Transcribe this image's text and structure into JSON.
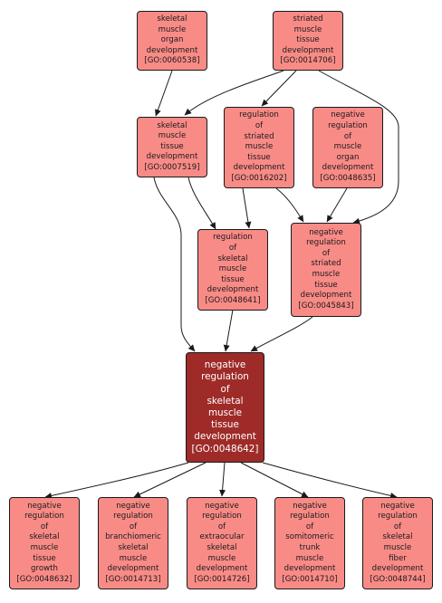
{
  "nodes": {
    "n0060538": {
      "lines": [
        "skeletal",
        "muscle",
        "organ",
        "development"
      ],
      "id": "[GO:0060538]"
    },
    "n0014706": {
      "lines": [
        "striated",
        "muscle",
        "tissue",
        "development"
      ],
      "id": "[GO:0014706]"
    },
    "n0007519": {
      "lines": [
        "skeletal",
        "muscle",
        "tissue",
        "development"
      ],
      "id": "[GO:0007519]"
    },
    "n0016202": {
      "lines": [
        "regulation",
        "of",
        "striated",
        "muscle",
        "tissue",
        "development"
      ],
      "id": "[GO:0016202]"
    },
    "n0048635": {
      "lines": [
        "negative",
        "regulation",
        "of",
        "muscle",
        "organ",
        "development"
      ],
      "id": "[GO:0048635]"
    },
    "n0048641": {
      "lines": [
        "regulation",
        "of",
        "skeletal",
        "muscle",
        "tissue",
        "development"
      ],
      "id": "[GO:0048641]"
    },
    "n0045843": {
      "lines": [
        "negative",
        "regulation",
        "of",
        "striated",
        "muscle",
        "tissue",
        "development"
      ],
      "id": "[GO:0045843]"
    },
    "n0048642": {
      "lines": [
        "negative",
        "regulation",
        "of",
        "skeletal",
        "muscle",
        "tissue",
        "development"
      ],
      "id": "[GO:0048642]"
    },
    "n0048632": {
      "lines": [
        "negative",
        "regulation",
        "of",
        "skeletal",
        "muscle",
        "tissue",
        "growth"
      ],
      "id": "[GO:0048632]"
    },
    "n0014713": {
      "lines": [
        "negative",
        "regulation",
        "of",
        "branchiomeric",
        "skeletal",
        "muscle",
        "development"
      ],
      "id": "[GO:0014713]"
    },
    "n0014726": {
      "lines": [
        "negative",
        "regulation",
        "of",
        "extraocular",
        "skeletal",
        "muscle",
        "development"
      ],
      "id": "[GO:0014726]"
    },
    "n0014710": {
      "lines": [
        "negative",
        "regulation",
        "of",
        "somitomeric",
        "trunk",
        "muscle",
        "development"
      ],
      "id": "[GO:0014710]"
    },
    "n0048744": {
      "lines": [
        "negative",
        "regulation",
        "of",
        "skeletal",
        "muscle",
        "fiber",
        "development"
      ],
      "id": "[GO:0048744]"
    }
  },
  "edges": [
    [
      "n0060538",
      "n0007519"
    ],
    [
      "n0014706",
      "n0007519"
    ],
    [
      "n0014706",
      "n0016202"
    ],
    [
      "n0014706",
      "n0045843"
    ],
    [
      "n0007519",
      "n0048641"
    ],
    [
      "n0007519",
      "n0048642"
    ],
    [
      "n0016202",
      "n0048641"
    ],
    [
      "n0016202",
      "n0045843"
    ],
    [
      "n0048635",
      "n0045843"
    ],
    [
      "n0048641",
      "n0048642"
    ],
    [
      "n0045843",
      "n0048642"
    ],
    [
      "n0048642",
      "n0048632"
    ],
    [
      "n0048642",
      "n0014713"
    ],
    [
      "n0048642",
      "n0014726"
    ],
    [
      "n0048642",
      "n0014710"
    ],
    [
      "n0048642",
      "n0048744"
    ]
  ],
  "colors": {
    "node_fill": "#f98b87",
    "focus_fill": "#9e2b28",
    "border": "#1a1a1a"
  }
}
